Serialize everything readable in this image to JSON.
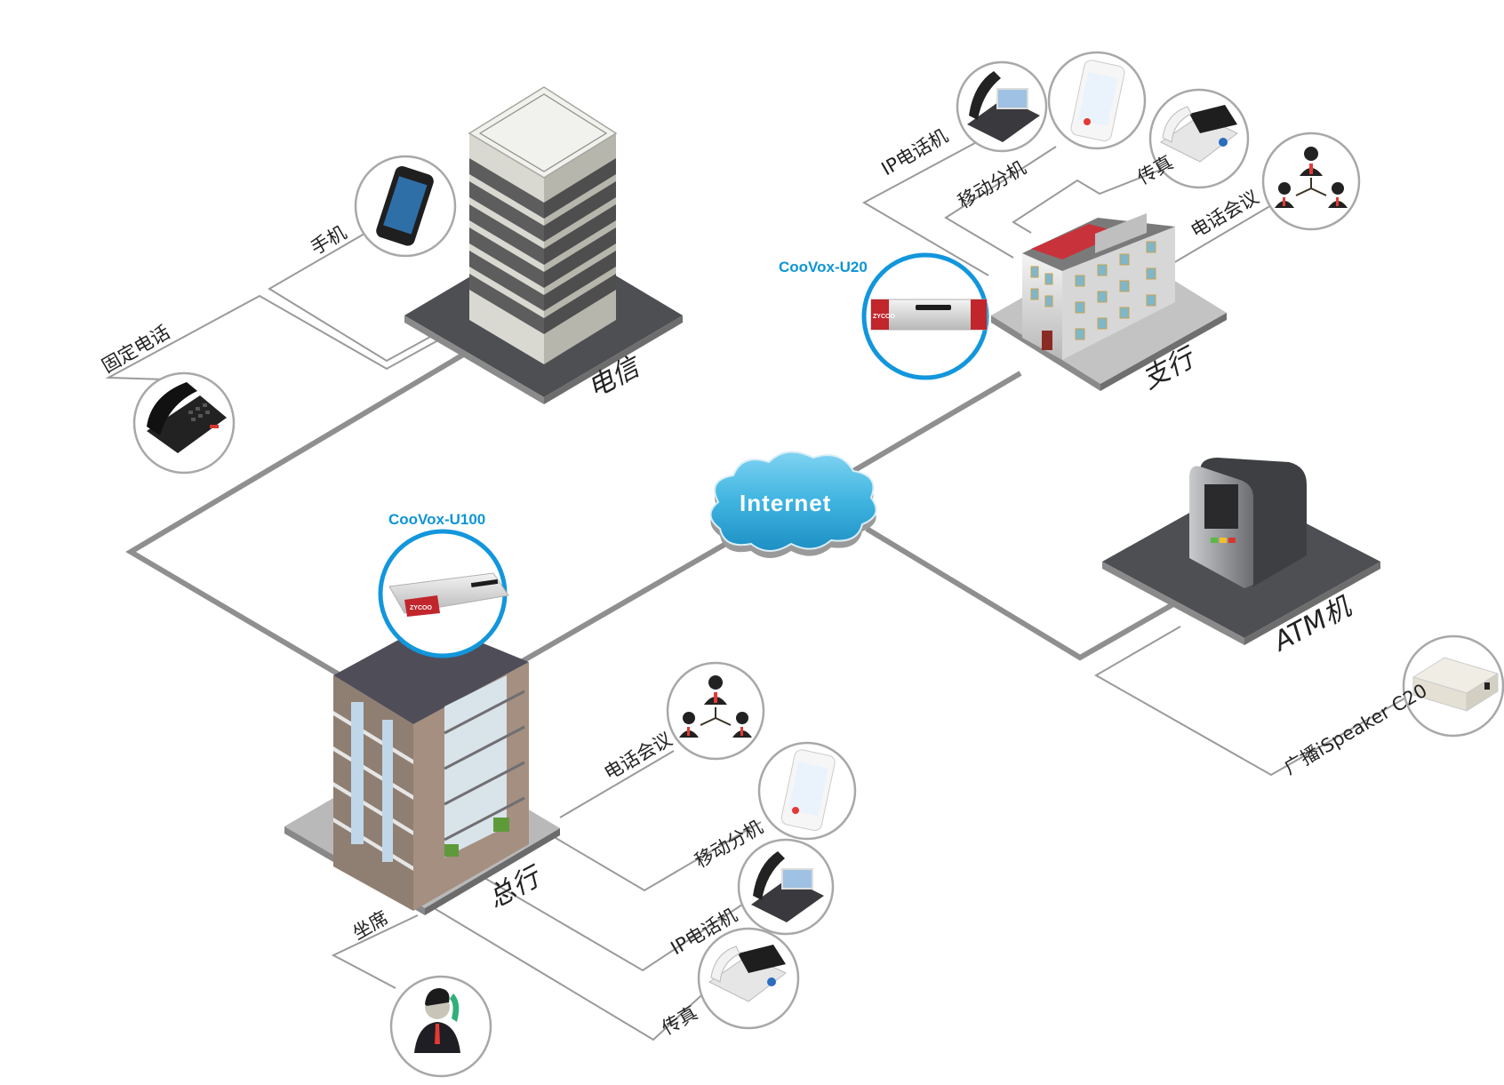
{
  "diagram": {
    "internet": {
      "label": "Internet"
    },
    "nodes": {
      "telecom": {
        "label": "电信"
      },
      "branch": {
        "label": "支行",
        "device_model": "CooVox-U20"
      },
      "hq": {
        "label": "总行",
        "device_model": "CooVox-U100"
      },
      "atm": {
        "label": "ATM机"
      }
    },
    "telecom_endpoints": [
      {
        "label": "手机",
        "icon": "mobile-phone-icon"
      },
      {
        "label": "固定电话",
        "icon": "desk-phone-icon"
      }
    ],
    "branch_endpoints": [
      {
        "label": "IP电话机",
        "icon": "ip-phone-icon"
      },
      {
        "label": "移动分机",
        "icon": "mobile-extension-icon"
      },
      {
        "label": "传真",
        "icon": "fax-icon"
      },
      {
        "label": "电话会议",
        "icon": "conference-icon"
      }
    ],
    "hq_endpoints": [
      {
        "label": "电话会议",
        "icon": "conference-icon"
      },
      {
        "label": "移动分机",
        "icon": "mobile-extension-icon"
      },
      {
        "label": "IP电话机",
        "icon": "ip-phone-icon"
      },
      {
        "label": "传真",
        "icon": "fax-icon"
      },
      {
        "label": "坐席",
        "icon": "agent-icon"
      }
    ],
    "atm_endpoints": [
      {
        "label": "广播iSpeaker C20",
        "icon": "ispeaker-icon"
      }
    ],
    "device_brand": "ZYCOO",
    "colors": {
      "accent_blue": "#1296dc",
      "cloud_blue": "#3fb4e0",
      "line_gray": "#8f8f8f",
      "platform_dark": "#4d4f53",
      "platform_light": "#b9b9b9"
    }
  }
}
